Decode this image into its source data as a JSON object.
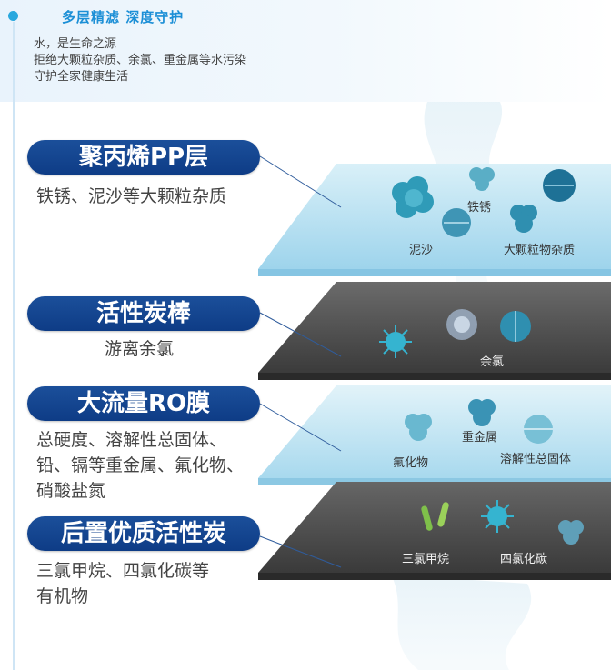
{
  "header": {
    "title": "多层精滤 深度守护",
    "lines": [
      "水，是生命之源",
      "拒绝大颗粒杂质、余氯、重金属等水污染",
      "守护全家健康生活"
    ]
  },
  "layers": [
    {
      "name": "聚丙烯PP层",
      "description_lines": [
        "铁锈、泥沙等大颗粒杂质"
      ],
      "particles": [
        "铁锈",
        "泥沙",
        "大颗粒物杂质"
      ]
    },
    {
      "name": "活性炭棒",
      "description_lines": [
        "游离余氯"
      ],
      "particles": [
        "余氯"
      ]
    },
    {
      "name": "大流量RO膜",
      "description_lines": [
        "总硬度、溶解性总固体、",
        "铅、镉等重金属、氟化物、",
        "硝酸盐氮"
      ],
      "particles": [
        "重金属",
        "氟化物",
        "溶解性总固体"
      ]
    },
    {
      "name": "后置优质活性炭",
      "description_lines": [
        "三氯甲烷、四氯化碳等",
        "有机物"
      ],
      "particles": [
        "三氯甲烷",
        "四氯化碳"
      ]
    }
  ],
  "colors": {
    "accent": "#1c8fd6",
    "pill": "#0e3c86",
    "light_layer": "#bfe3f3",
    "dark_layer": "#4a4a4a"
  },
  "icons": [
    "timeline-dot-icon",
    "water-splash-icon",
    "rust-particle-icon",
    "sand-particle-icon",
    "chlorine-particle-icon",
    "bacteria-icon",
    "heavy-metal-particle-icon"
  ]
}
